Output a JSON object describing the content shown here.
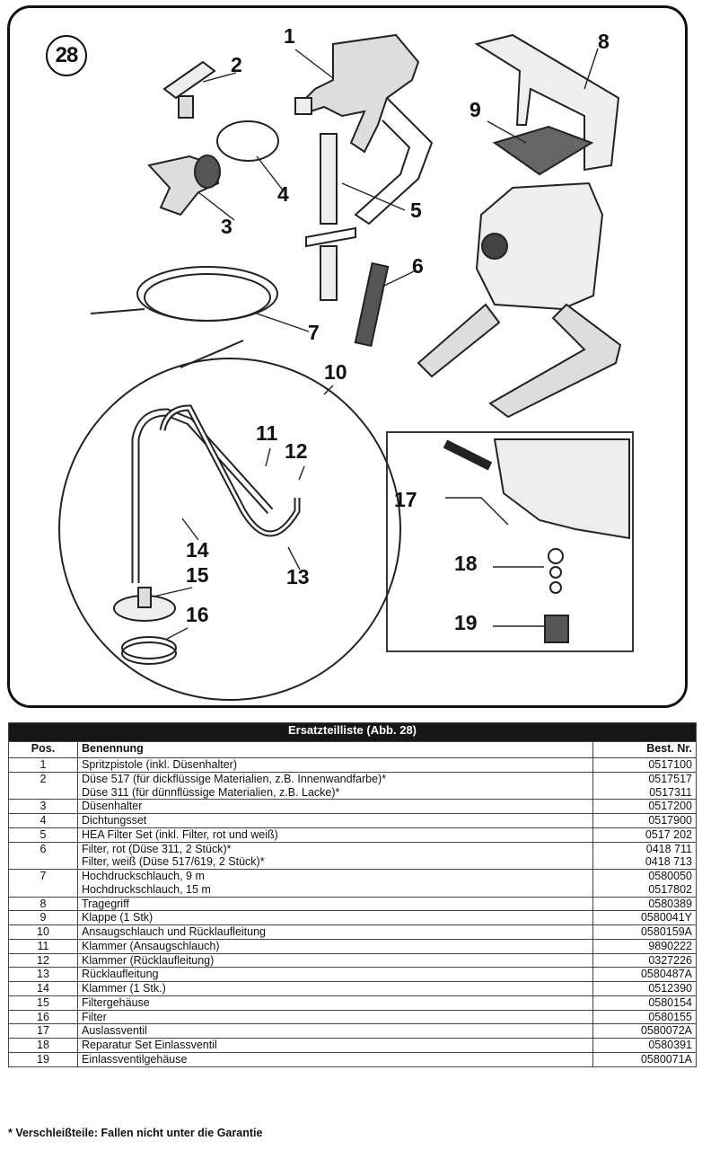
{
  "figure": {
    "badge": "28",
    "callouts": [
      "1",
      "2",
      "3",
      "4",
      "5",
      "6",
      "7",
      "8",
      "9",
      "10",
      "11",
      "12",
      "13",
      "14",
      "15",
      "16",
      "17",
      "18",
      "19"
    ]
  },
  "table": {
    "title": "Ersatzteilliste (Abb. 28)",
    "headers": {
      "pos": "Pos.",
      "name": "Benennung",
      "nr": "Best. Nr."
    },
    "rows": [
      {
        "pos": "1",
        "name": "Spritzpistole (inkl. Düsenhalter)",
        "nr": "0517100"
      },
      {
        "pos": "2",
        "name": "Düse 517 (für dickflüssige Materialien, z.B. Innenwandfarbe)*\nDüse 311 (für dünnflüssige Materialien, z.B. Lacke)*",
        "nr": "0517517\n0517311"
      },
      {
        "pos": "3",
        "name": "Düsenhalter",
        "nr": "0517200"
      },
      {
        "pos": "4",
        "name": "Dichtungsset",
        "nr": "0517900"
      },
      {
        "pos": "5",
        "name": "HEA Filter Set (inkl. Filter, rot und weiß)",
        "nr": "0517 202"
      },
      {
        "pos": "6",
        "name": "Filter, rot (Düse 311, 2 Stück)*\nFilter, weiß (Düse 517/619, 2 Stück)*",
        "nr": "0418 711\n0418 713"
      },
      {
        "pos": "7",
        "name": "Hochdruckschlauch, 9 m\nHochdruckschlauch, 15 m",
        "nr": "0580050\n0517802"
      },
      {
        "pos": "8",
        "name": "Tragegriff",
        "nr": "0580389"
      },
      {
        "pos": "9",
        "name": "Klappe (1 Stk)",
        "nr": "0580041Y"
      },
      {
        "pos": "10",
        "name": "Ansaugschlauch und Rücklaufleitung",
        "nr": "0580159A"
      },
      {
        "pos": "11",
        "name": "Klammer (Ansaugschlauch)",
        "nr": "9890222"
      },
      {
        "pos": "12",
        "name": "Klammer (Rücklaufleitung)",
        "nr": "0327226"
      },
      {
        "pos": "13",
        "name": "Rücklaufleitung",
        "nr": "0580487A"
      },
      {
        "pos": "14",
        "name": "Klammer (1 Stk.)",
        "nr": "0512390"
      },
      {
        "pos": "15",
        "name": "Filtergehäuse",
        "nr": "0580154"
      },
      {
        "pos": "16",
        "name": "Filter",
        "nr": "0580155"
      },
      {
        "pos": "17",
        "name": "Auslassventil",
        "nr": "0580072A"
      },
      {
        "pos": "18",
        "name": "Reparatur Set Einlassventil",
        "nr": "0580391"
      },
      {
        "pos": "19",
        "name": "Einlassventilgehäuse",
        "nr": "0580071A"
      }
    ]
  },
  "footnote": "* Verschleißteile: Fallen nicht unter die Garantie"
}
